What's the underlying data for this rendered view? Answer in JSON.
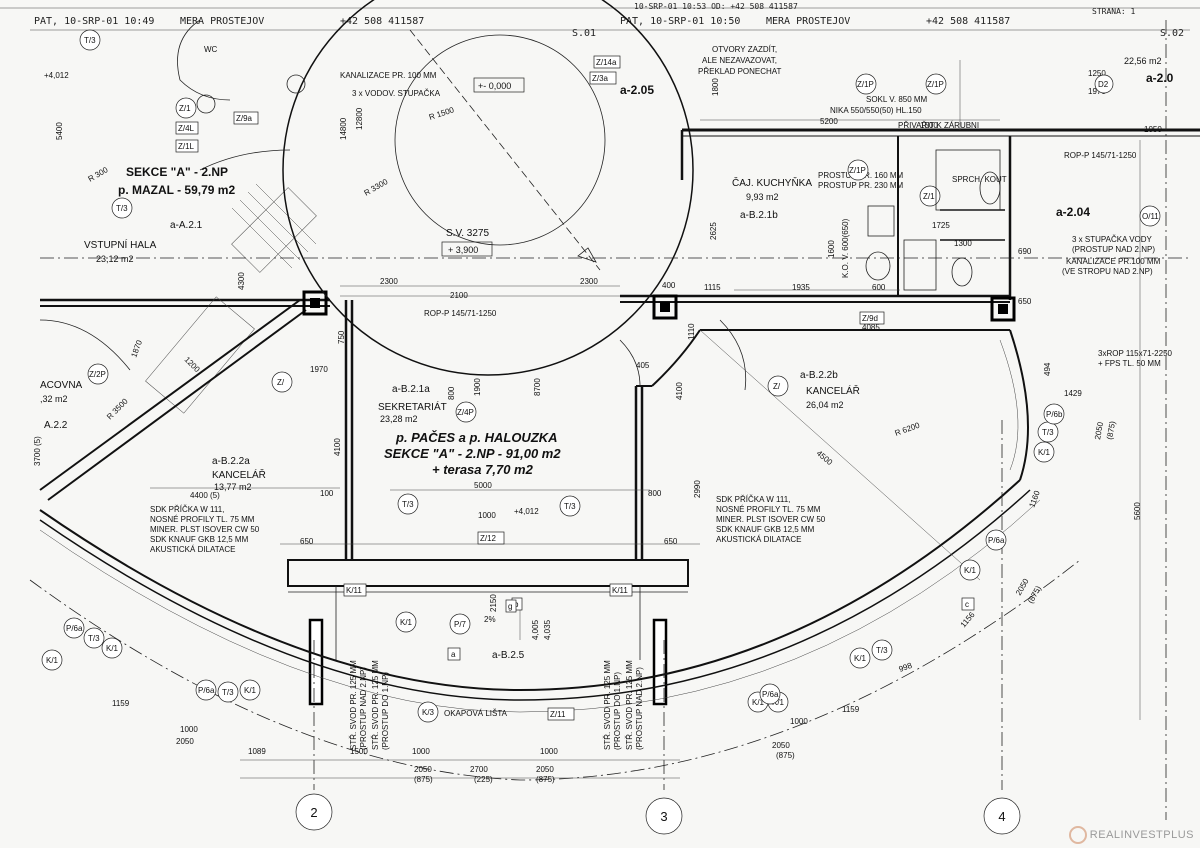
{
  "fax_header": {
    "left_stamp": "PAT, 10-SRP-01 10:49",
    "left_sender": "MERA PROSTEJOV",
    "left_phone": "+42 508 411587",
    "left_page": "S.01",
    "top_stamp": "10-SRP-01 10:53   OD: +42 508 411587",
    "page_label": "STRANA: 1",
    "right_stamp": "PAT, 10-SRP-01 10:50",
    "right_sender": "MERA PROSTEJOV",
    "right_phone": "+42 508 411587",
    "right_page": "S.02"
  },
  "rooms": [
    {
      "code": "a-A.2.1",
      "name": "VSTUPNÍ HALA",
      "area": "23,12 m2"
    },
    {
      "code": "a-B.2.1a",
      "name": "SEKRETARIÁT",
      "area": "23,28 m2"
    },
    {
      "code": "a-B.2.1b",
      "name": "ČAJ. KUCHYŇKA",
      "area": "9,93 m2"
    },
    {
      "code": "a-B.2.2a",
      "name": "KANCELÁŘ",
      "area": "13,77 m2"
    },
    {
      "code": "a-B.2.2b",
      "name": "KANCELÁŘ",
      "area": "26,04 m2"
    },
    {
      "code": "a-B.2.5",
      "name": "",
      "area": ""
    },
    {
      "code": "a-2.05",
      "name": "",
      "area": ""
    },
    {
      "code": "a-2.04",
      "name": "",
      "area": ""
    },
    {
      "code": "a-2.0",
      "name": "",
      "area": "22,56 m2"
    },
    {
      "code": "A.2.2",
      "name": "",
      "area": ""
    },
    {
      "code": "ACOVNA",
      "name": "",
      "area": ",32 m2"
    }
  ],
  "sections": {
    "left_title": "SEKCE \"A\" - 2.NP",
    "left_owner": "p. MAZAL - 59,79 m2",
    "center_owner": "p. PAČES a p. HALOUZKA",
    "center_title": "SEKCE \"A\" - 2.NP - 91,00 m2",
    "center_terrace": "+ terasa 7,70 m2"
  },
  "notes": {
    "void": "S.V. 3275",
    "void_level": "+ 3,900",
    "level_top": "+- 0,000",
    "level_terrace": "+4,012",
    "level_terrace_left": "+4,012",
    "walls_note_1": "OTVORY ZAZDÍT,",
    "walls_note_2": "ALE NEZAVAZOVAT,",
    "walls_note_3": "PŘEKLAD PONECHAT",
    "sokl": "SOKL V. 850 MM",
    "nika": "NIKA 550/550(50) HL.150",
    "privarit": "PŘIVAŘIT K ZÁRUBNI",
    "kanalizace_left": "KANALIZACE PR. 100 MM",
    "stupacka_left": "3 x VODOV. STUPAČKA",
    "stupacka_right": "3 x STUPAČKA VODY",
    "prostup_right": "(PROSTUP NAD 2.NP)",
    "kanalizace_right": "KANALIZACE PR.100 MM",
    "kanalizace_right_2": "(VE STROPU NAD 2.NP)",
    "rop_top": "ROP-P 145/71-1250",
    "rop_mid": "ROP-P 145/71-1250",
    "rop_right": "3xROP 115x71-2250",
    "fps": "+ FPS TL. 50 MM",
    "sdk_left_1": "SDK PŘÍČKA W 111,",
    "sdk_left_2": "NOSNÉ PROFILY TL. 75 MM",
    "sdk_left_3": "MINER. PLST ISOVER CW 50",
    "sdk_left_4": "SDK KNAUF GKB 12,5 MM",
    "sdk_left_5": "AKUSTICKÁ DILATACE",
    "sdk_right_1": "SDK PŘÍČKA W 111,",
    "sdk_right_2": "NOSNÉ PROFILY TL. 75 MM",
    "sdk_right_3": "MINER. PLST ISOVER CW 50",
    "sdk_right_4": "SDK KNAUF GKB 12,5 MM",
    "sdk_right_5": "AKUSTICKÁ DILATACE",
    "okapova": "OKAPOVÁ LIŠTA",
    "svod_1": "STŘ. SVOD PR. 125 MM",
    "svod_1b": "(PROSTUP NAD 2.NP)",
    "svod_2": "STŘ. SVOD PR. 125 MM",
    "svod_2b": "(PROSTUP DO 1.NP)",
    "sprchovy": "SPRCH. KOUT",
    "kv": "K.O. V. 600(650)",
    "prostup_230": "PROSTUP PR. 230 MM",
    "prostup_160": "PROSTUP PR. 160 MM",
    "slope": "2%",
    "wc": "WC"
  },
  "radii": [
    "R 1500",
    "R 3300",
    "R 6200",
    "R 3500",
    "R 300",
    "R 300"
  ],
  "dimensions": [
    "2300",
    "2100",
    "2300",
    "5000",
    "4400 (5)",
    "1089",
    "1500",
    "1000",
    "2700",
    "1000",
    "2050",
    "(875)",
    "(225)",
    "2050",
    "(875)",
    "1000",
    "2050",
    "1159",
    "1000",
    "2050",
    "(875)",
    "1159",
    "998",
    "1156",
    "1160",
    "5600",
    "2050",
    "(875)",
    "2050",
    "(875)",
    "1429",
    "4500",
    "8700",
    "4100",
    "1900",
    "1110",
    "4085",
    "1935",
    "1115",
    "5200",
    "1050",
    "1250",
    "1970",
    "12800",
    "14800",
    "1800",
    "2625",
    "1600",
    "800",
    "650",
    "650",
    "405",
    "400",
    "100",
    "800",
    "750",
    "2150",
    "4,005",
    "4,035",
    "5400",
    "4300",
    "3700 (5)",
    "1970",
    "1000",
    "1200",
    "1870",
    "2990",
    "4100",
    "494",
    "690",
    "650",
    "1725",
    "1300",
    "1500",
    "600"
  ],
  "tags": [
    "T/3",
    "T/3",
    "T/3",
    "T/3",
    "T/3",
    "T/3",
    "T/3",
    "T/3",
    "K/1",
    "K/1",
    "K/1",
    "K/1",
    "K/1",
    "K/1",
    "K/1",
    "K/1",
    "K/1",
    "K/3",
    "K/11",
    "K/11",
    "P/7",
    "P/6a",
    "P/6a",
    "P/6b",
    "P/6a",
    "P/6a",
    "Z/4P",
    "Z/1P",
    "Z/1P",
    "Z/1P",
    "Z/1",
    "Z/1",
    "Z/2P",
    "Z/",
    "Z/",
    "Z/11",
    "Z/12",
    "Z/14a",
    "Z/3a",
    "Z/9a",
    "Z/9d",
    "Z/4L",
    "Z/1L",
    "D2",
    "O/11",
    "b",
    "c",
    "a",
    "g"
  ],
  "gridlines": [
    "2",
    "3",
    "4"
  ],
  "watermark": "REALINVESTPLUS",
  "colors": {
    "paper": "#f7f7f5",
    "ink": "#111111",
    "logo": "#9a9a9a"
  }
}
